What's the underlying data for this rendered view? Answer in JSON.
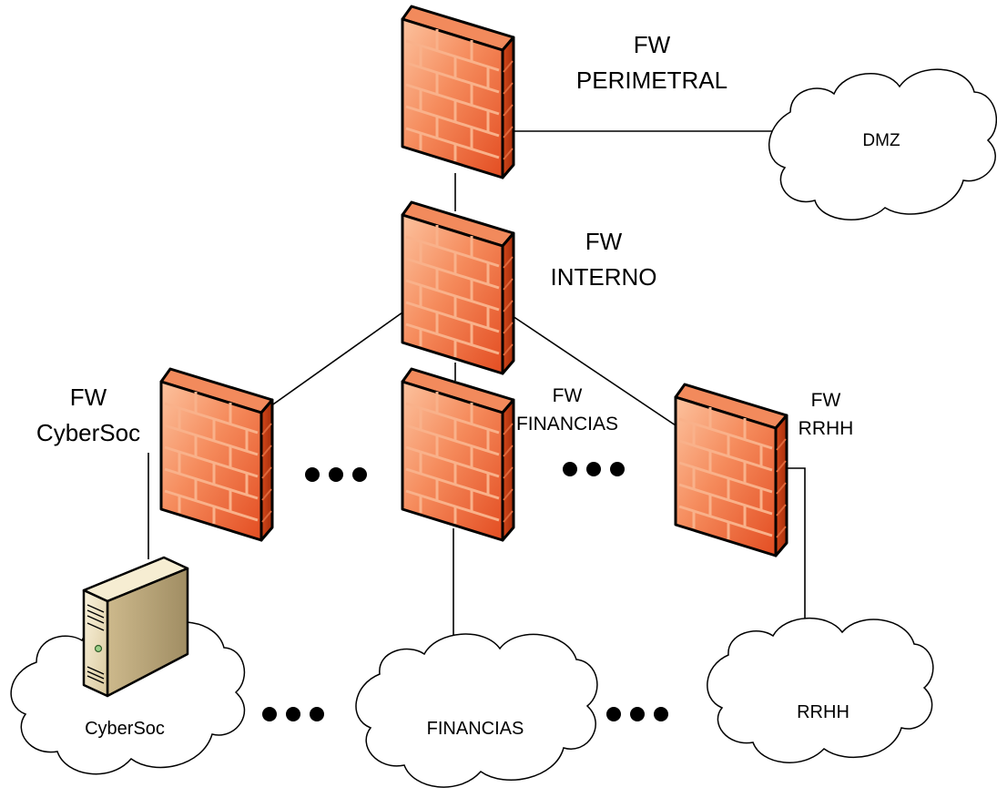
{
  "firewalls": {
    "perimetral": {
      "line1": "FW",
      "line2": "PERIMETRAL"
    },
    "interno": {
      "line1": "FW",
      "line2": "INTERNO"
    },
    "cybersoc": {
      "line1": "FW",
      "line2": "CyberSoc"
    },
    "financias": {
      "line1": "FW",
      "line2": "FINANCIAS"
    },
    "rrhh": {
      "line1": "FW",
      "line2": "RRHH"
    }
  },
  "networks": {
    "dmz": "DMZ",
    "cybersoc": "CyberSoc",
    "financias": "FINANCIAS",
    "rrhh": "RRHH"
  },
  "colors": {
    "firewall_front_light": "#fbb38a",
    "firewall_front_dark": "#e8582c",
    "firewall_side": "#c23c10",
    "firewall_top": "#f08456",
    "brick_mortar": "#f7a57a",
    "server_body": "#efe3c2",
    "server_side": "#b9a67b"
  },
  "icons": {
    "firewall": "brick-wall-firewall-icon",
    "server": "tower-server-icon",
    "ellipsis": "ellipsis-dots"
  }
}
